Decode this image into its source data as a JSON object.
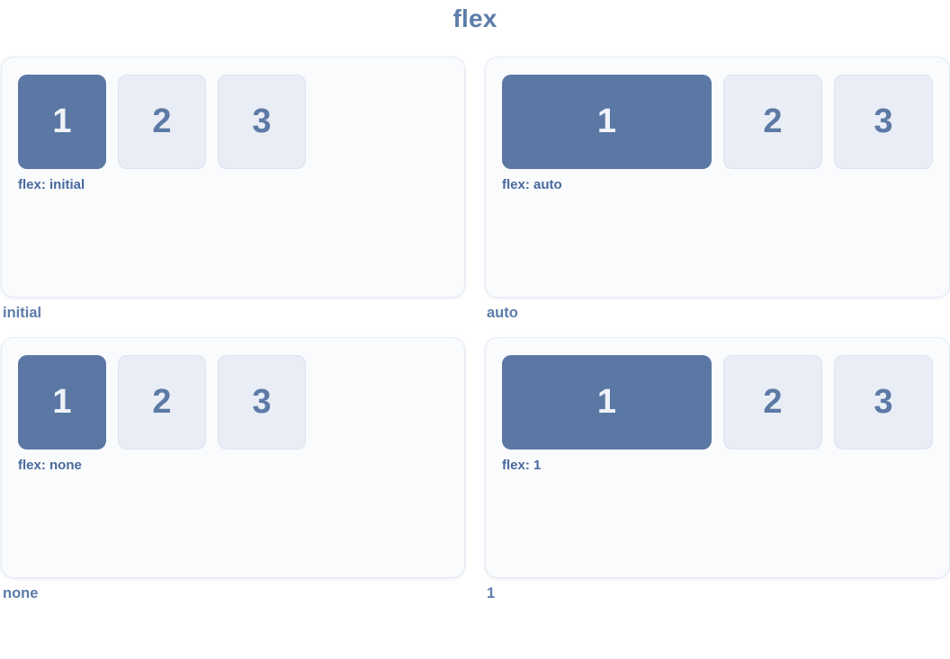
{
  "title": "flex",
  "colors": {
    "accent_box": "#5b78a4",
    "accent_box_text": "#f0f3f9",
    "muted_box": "#e9edf5",
    "muted_box_border": "#dbe2ef",
    "muted_box_text": "#5d7aa6",
    "panel_background": "#fafbfd",
    "panel_border": "#e5eaf4",
    "heading_blue": "#5d7caa",
    "label_blue": "#49699c"
  },
  "panels": [
    {
      "caption": "initial",
      "label": "flex: initial",
      "boxes": [
        "1",
        "2",
        "3"
      ],
      "first_box_grows": false
    },
    {
      "caption": "auto",
      "label": "flex: auto",
      "boxes": [
        "1",
        "2",
        "3"
      ],
      "first_box_grows": true
    },
    {
      "caption": "none",
      "label": "flex: none",
      "boxes": [
        "1",
        "2",
        "3"
      ],
      "first_box_grows": false
    },
    {
      "caption": "1",
      "label": "flex: 1",
      "boxes": [
        "1",
        "2",
        "3"
      ],
      "first_box_grows": true
    }
  ]
}
